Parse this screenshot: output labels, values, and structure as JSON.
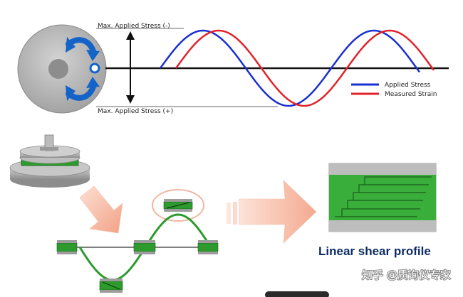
{
  "labels": {
    "max_neg": "Max. Applied Stress (-)",
    "max_pos": "Max. Applied Stress (+)",
    "title": "Linear shear profile",
    "watermark": "知乎 @质询仪专家"
  },
  "legend": [
    {
      "label": "Applied Stress",
      "color": "#1a2fd0"
    },
    {
      "label": "Measured Strain",
      "color": "#e0232a"
    }
  ],
  "colors": {
    "disk": "#b4b4b4",
    "arrow_blue": "#1463c8",
    "sample_green": "#2c9a2c",
    "salmon": "#f6b39b",
    "plate_gray": "#a9a9a9"
  },
  "icons": [
    "rotation-arrow-icon",
    "big-salmon-arrow-icon",
    "down-salmon-arrow-icon"
  ]
}
